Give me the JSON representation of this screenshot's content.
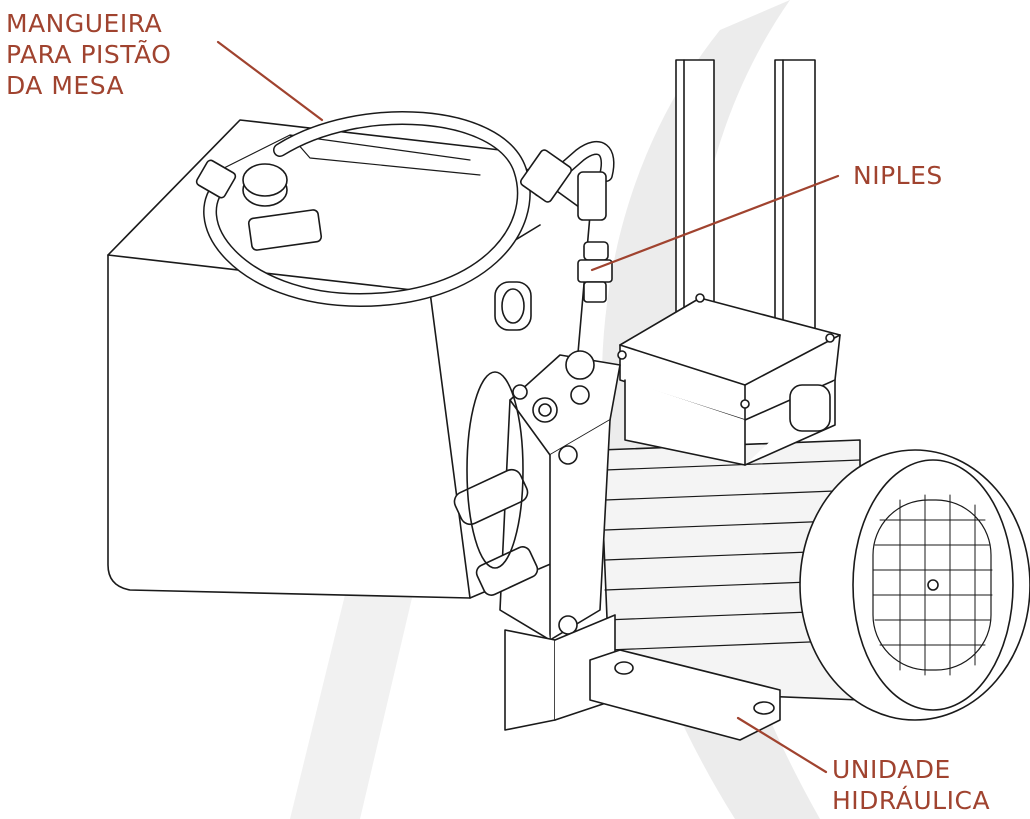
{
  "colors": {
    "label": "#a0432f",
    "leader": "#a0432f",
    "stroke": "#1a1a1a",
    "watermark": "#ececec",
    "part_fill": "#ffffff",
    "shade": "#f4f4f4"
  },
  "labels": {
    "mangueira": {
      "lines": [
        "MANGUEIRA",
        "PARA PISTÃO",
        "DA MESA"
      ]
    },
    "niples": {
      "lines": [
        "NIPLES"
      ]
    },
    "unidade": {
      "lines": [
        "UNIDADE",
        "HIDRÁULICA"
      ]
    }
  }
}
